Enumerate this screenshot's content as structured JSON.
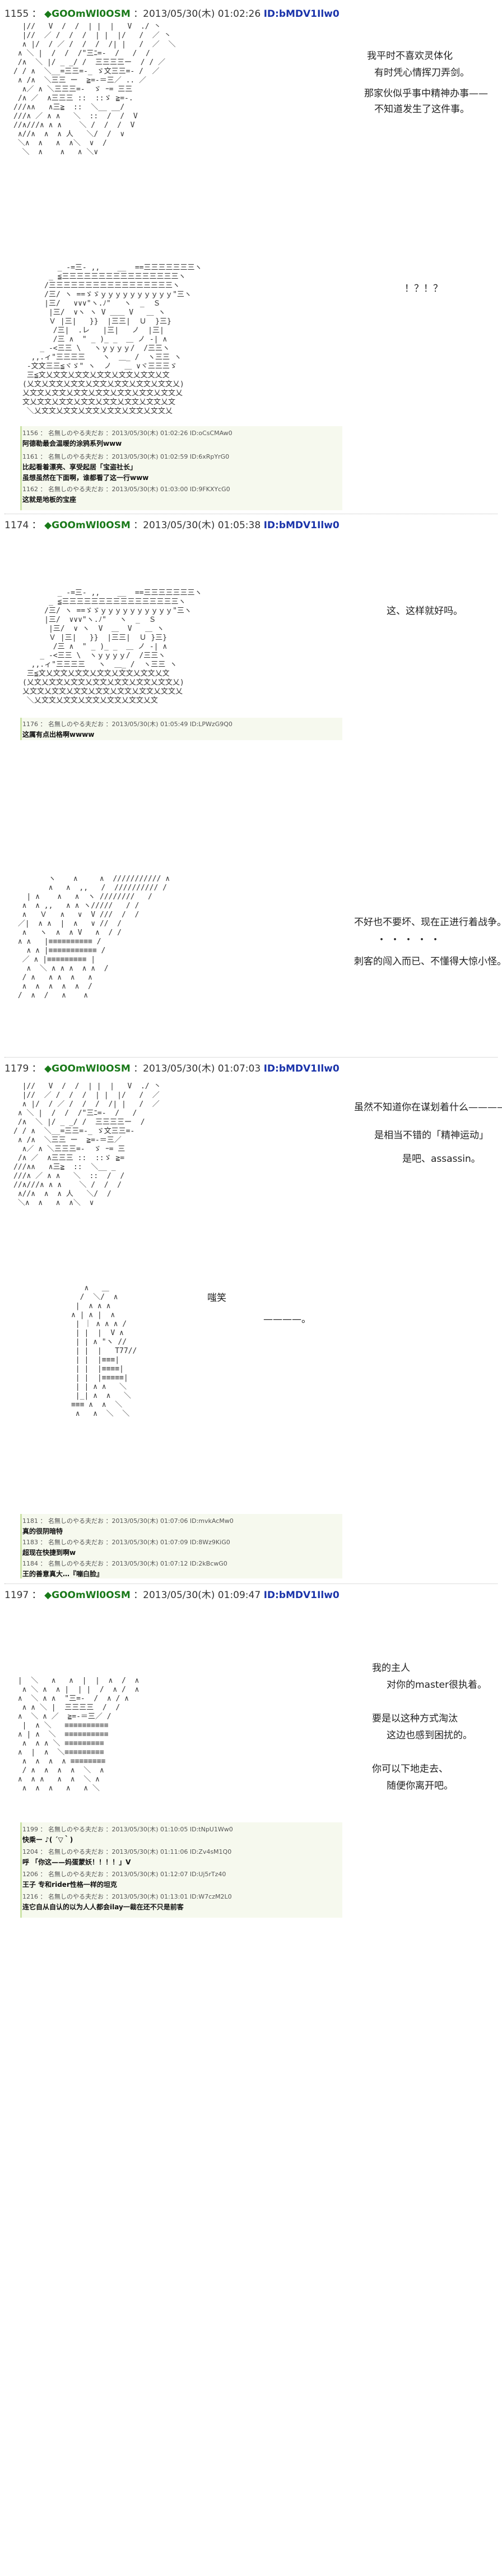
{
  "posts": [
    {
      "num": "1155",
      "sep": "：",
      "name": "◆GOOmWl0OSM",
      "date": "：2013/05/30(木) 01:02:26",
      "id": "ID:bMDV1Ilw0"
    },
    {
      "num": "1174",
      "sep": "：",
      "name": "◆GOOmWl0OSM",
      "date": "：2013/05/30(木) 01:05:38",
      "id": "ID:bMDV1Ilw0"
    },
    {
      "num": "1179",
      "sep": "：",
      "name": "◆GOOmWl0OSM",
      "date": "：2013/05/30(木) 01:07:03",
      "id": "ID:bMDV1Ilw0"
    },
    {
      "num": "1197",
      "sep": "：",
      "name": "◆GOOmWl0OSM",
      "date": "：2013/05/30(木) 01:09:47",
      "id": "ID:bMDV1Ilw0"
    }
  ],
  "captions": {
    "c1": "我平时不喜欢灵体化",
    "c2": "有时凭心情挥刀弄剑。",
    "c3": "那家伙似乎事中精神办事——",
    "c4": "不知道发生了这件事。",
    "c5": "！？！？",
    "c6": "这、这样就好吗。",
    "c7": "不好也不要坏、现在正进行着战争。",
    "c8": "・・・・・",
    "c9": "刺客的闯入而已、不懂得大惊小怪。",
    "c10": "虽然不知道你在谋划着什么————",
    "c11": "是相当不错的「精神运动」",
    "c12": "是吧、assassin。",
    "c13": "嗤笑",
    "c14": "————。",
    "c15": "我的主人",
    "c16": "对你的master很执着。",
    "c17": "要是以这种方式淘汰",
    "c18": "这边也感到困扰的。",
    "c19": "你可以下地走去、",
    "c20": "随便你离开吧。"
  },
  "replies": [
    {
      "h": "1156 ： 名無しのやる夫だお ：2013/05/30(木) 01:02:26 ID:oCsCMAw0",
      "b": "阿德勒最会温暖的涂鸦系列www"
    },
    {
      "h": "1161 ： 名無しのやる夫だお ：2013/05/30(木) 01:02:59 ID:6xRpYrG0",
      "b": "比起看着漂亮、享受起居「宝盗社长」"
    },
    {
      "h": "",
      "b": "虽想虽然在下面啊，谁都看了这一行www"
    },
    {
      "h": "1162 ： 名無しのやる夫だお ：2013/05/30(木) 01:03:00 ID:9FKXYcG0",
      "b": "这就是地板的宝座"
    },
    {
      "h": "1176 ： 名無しのやる夫だお ：2013/05/30(木) 01:05:49 ID:LPWzG9Q0",
      "b": "这厲有点出格啊wwww"
    },
    {
      "h": "1181 ： 名無しのやる夫だお ：2013/05/30(木) 01:07:06 ID:mvkAcMw0",
      "b": "真的很阴暗特"
    },
    {
      "h": "1183 ： 名無しのやる夫だお ：2013/05/30(木) 01:07:09 ID:8Wz9KiG0",
      "b": "超现在快捷到啊w"
    },
    {
      "h": "1184 ： 名無しのやる夫だお ：2013/05/30(木) 01:07:12 ID:2kBcwG0",
      "b": "王的善意真大…『嘣白脸』"
    },
    {
      "h": "1199 ： 名無しのやる夫だお ：2013/05/30(木) 01:10:05 ID:tNpU1Ww0",
      "b": "快乘ー ♪( ´▽｀)"
    },
    {
      "h": "1204 ： 名無しのやる夫だお ：2013/05/30(木) 01:11:06 ID:Zv4sM1Q0",
      "b": "呼 「你这——妈蛋蒙妖！！！！」V"
    },
    {
      "h": "1206 ： 名無しのやる夫だお ：2013/05/30(木) 01:12:07 ID:Uj5rTz40",
      "b": "王子 专和rider性格一样的坦克"
    },
    {
      "h": "1216 ： 名無しのやる夫だお ：2013/05/30(木) 01:13:01 ID:W7czM2L0",
      "b": "连它自从自认的以为人人都会ilay一裁在还不只是前客"
    }
  ],
  "aa": {
    "a1": "  |//   V  /  /  | |  |   V  ./ 丶\n  |//  ／ /  /  /  | |  |/   /  ／ 丶\n  ∧ |/  / ／ /  /  /  /| |   /  ／  ＼\n ∧ ＼ |  /  /  /\"三ﾆ=-  /   /  /\n /∧  ＼ |/ _ _/ /  三三三三ー  / / ／\n/ / ∧  ＼__=三三=-_ ゞ文三三=- /  ／\n ∧ /∧  ＼三三 ー  ≧=-＝三／ .. ／\n  ∧／ ∧ ＼三三三=-  ゞ ｰ= 三三 \n /∧ ／  ∧三三三 ::  ::ゞ ≧=-.\n///∧∧   ∧三≧  ::  ＼__ __/\n///∧ ／ ∧ ∧   ＼  ::  /  /  V\n//∧///∧ ∧ ∧    ＼ /  /  /  V\n ∧//∧  ∧  ∧ 人   ＼/  /  ∨\n ＼∧  ∧   ∧  ∧＼  ∨  /\n  ＼  ∧    ∧   ∧ ＼∨",
    "a2": "        _ -=三- ,,    __  ==三三三三三三三ヽ\n      _ ≦三三三三三三三三三三三三三三三三ヽ\n     /三三三三三三三三三三三三三三三三三ヽ\n     /三/ ヽ ==ゞゞｙｙｙｙｙｙｙｙｙｙ\"三ヽ\n     |三/   ∨∨∨\"ヽ.ﾉ\"   ヽ  _  Ｓ\n      |三/  ∨ヽ ヽ V ＿＿ V   ＿ ヽ\n      Ｖ |三|   }}  |三三|  Ｕ  }三}\n       /三|  .レ   |三|   ノ  |三|\n       /三 ∧  \" _ )_ _  ＿ ノ -| ∧\n    _ -<三三 \\   ヽｙｙｙｙ/  /三三ヽ\n  ,,.ィ\"三三三三    ヽ  ＿_ /  ヽ三三 ヽ\n -文文三三≦ヾゞ\" ヽ  ノ   ＿ ∨ヾ三三三ゞ\n 三≦文乂文文乂文文乂文文乂文文乂文文乂文\n(乂文乂文文乂文文乂文文乂文文乂文文乂文文乂)\n乂文文乂文文乂文文乂文文乂文文乂文文乂文文乂\n文乂文文乂文文乂文文乂文文乂文文乂文文乂文\n ＼乂文文乂文文乂文文乂文文乂文文乂文文乂",
    "a3": "        _ -=三- ,,    __  ==三三三三三三三ヽ\n      _ ≦三三三三三三三三三三三三三三三三ヽ\n     /三/ ヽ ==ゞゞｙｙｙｙｙｙｙｙｙｙ\"三ヽ\n     |三/  ∨∨∨\"ヽ.ﾉ\"   ヽ  _  Ｓ\n      |三/  ∨ ヽ  V  ＿  V   ＿ ヽ\n      Ｖ |三|   }}  |三三|  Ｕ }三}\n       /三 ∧  \" _ )_ _  ＿ ノ -| ∧\n    _ -<三三 \\  ヽｙｙｙｙ/  /三三ヽ\n  ,,.ィ\"三三三三   ヽ  ＿_ /  ヽ三三 ヽ\n 三≦文乂文文乂文文乂文文乂文文乂文文乂文\n(乂文乂文文乂文文乂文文乂文文乂文文乂文文乂)\n乂文文乂文文乂文文乂文文乂文文乂文文乂文文乂\n ＼乂文文乂文文乂文文乂文文乂文文乂文",
    "a4": "        ヽ    ∧     ∧  /////////// ∧\n        ∧   ∧  ,,   /  ////////// /\n   | ∧    ∧   ∧  ヽ ////////   /\n  ∧  ∧ ,,   ∧ ∧ ヽ/////   / /\n  ∧   Ｖ   ∧   ∨  V ///  /  /\n ／|  ∧ ∧  |  ∧   ∨ //  /\n  ∧   ヽ  ∧  ∧ V   ∧  / /\n ∧ ∧   |≡≡≡≡≡≡≡≡≡≡ /\n   ∧ ∧ |≡≡≡≡≡≡≡≡≡≡≡ /\n  ／ ∧ |≡≡≡≡≡≡≡≡≡ |\n   ∧  ＼ ∧ ∧ ∧  ∧ ∧  /\n  / ∧   ∧ ∧  ∧   ∧\n  ∧  ∧  ∧  ∧  ∧  /\n /  ∧  /   ∧    ∧",
    "a5": "  |//   V  /  /  | |  |   V  ./ 丶\n  |//  ／ /  /  /  | |  |/   /  ／\n  ∧ |/  / ／ /  /  /  /| |   /  ／\n ∧ ＼ |  /  /  /\"三ﾆ=-  /   /\n /∧  ＼ |/ _ _/ /  三三三三ー  /\n/ / ∧  ＼__=三三=-_ ゞ文三三=-\n ∧ /∧  ＼三三 ー  ≧=-＝三／\n  ∧／ ∧ ＼三三三=-  ゞ ｰ= 三\n /∧ ／  ∧三三三 ::  ::ゞ ≧=\n///∧∧   ∧三≧  ::  ＼__ _\n///∧ ／ ∧ ∧   ＼  ::  /  /\n//∧///∧ ∧ ∧    ＼ /  /  /\n ∧//∧  ∧  ∧ 人   ＼/  /\n ＼∧  ∧   ∧  ∧＼  ∨",
    "a6": "         ∧   ＿\n        /  ＼/  ∧\n       |  ∧ ∧ ∧ \n      ∧ | ∧ |  ∧\n       | ｜ ∧ ∧ ∧ /\n       | |  |  V ∧\n       | | ∧ \"ヽ //\n       | |  |   T77//\n       | |  |≡≡≡|\n       | |  |≡≡≡≡|\n       | |  |≡≡≡≡≡|\n       | | ∧ ∧   ＼\n       |_| ∧  ∧   ＼\n      ≡≡≡ ∧  ∧  ＼\n       ∧   ∧  ＼  ＼",
    "a7": " |  ＼   ∧   ∧  |  |  ∧  /  ∧\n  ∧ ＼ ∧  ∧ |  | |  /  ∧ /  ∧\n ∧  ＼ ∧ ∧  \"三=-  /  ∧ / ∧\n  ∧ ∧ ＼ |  三三三三  /  /\n ∧  ＼ ∧ ／  ≧=-＝三／ /\n  |  ∧ ＼   ≡≡≡≡≡≡≡≡≡≡\n ∧ | ∧  ＼  ≡≡≡≡≡≡≡≡≡≡\n  ∧  ∧ ∧ ＼ ≡≡≡≡≡≡≡≡≡\n ∧  |  ∧  ＼≡≡≡≡≡≡≡≡≡\n  ∧  ∧  ∧  ∧ ≡≡≡≡≡≡≡≡\n  / ∧  ∧  ∧  ∧  ＼  ∧\n ∧  ∧ ∧   ∧  ∧  ＼ ∧\n  ∧  ∧  ∧   ∧   ∧ ＼"
  }
}
